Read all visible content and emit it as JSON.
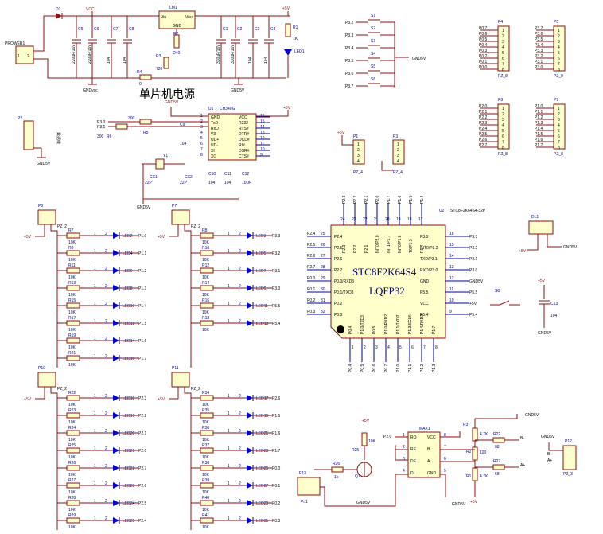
{
  "power": {
    "title": "单片机电源",
    "connector": "PROWER1",
    "diode": "D1",
    "vcc": "VCC",
    "lm": "LM1",
    "vin": "Vin",
    "vout": "Vout",
    "gnd": "GND",
    "plus5v": "+5V",
    "gndvcc": "GNDvcc",
    "gnd5v": "GND5V",
    "r1": "R1",
    "r1v": "1K",
    "r2": "R2",
    "r2v": "240",
    "r3": "R3",
    "r3v": "720",
    "r4": "R4",
    "r4v": "0",
    "led1": "LED1",
    "caps": [
      "C5",
      "C6",
      "C7",
      "C8",
      "C1",
      "C2",
      "C3",
      "C4"
    ],
    "capvals": [
      "220uF/16V",
      "220uF/16V",
      "104",
      "104",
      "330uF/16V",
      "330uF/16V",
      "104",
      "104"
    ]
  },
  "ch340": {
    "chip": "U1",
    "part": "CH340G",
    "left": [
      "GND",
      "TxD",
      "RxD",
      "V3",
      "UD+",
      "UD-",
      "XI",
      "XO"
    ],
    "right": [
      "VCC",
      "R232",
      "RTS#",
      "DTR#",
      "DCD#",
      "RI#",
      "DSR#",
      "CTS#"
    ],
    "lnum": [
      "1",
      "2",
      "3",
      "4",
      "5",
      "6",
      "7",
      "8"
    ],
    "rnum": [
      "16",
      "15",
      "14",
      "13",
      "12",
      "11",
      "10",
      "9"
    ],
    "p30": "P3.0",
    "p31": "P3.1",
    "r5": "R5",
    "r5v": "300",
    "r6": "R6",
    "r6v": "300",
    "c9": "C9",
    "c9v": "104",
    "y1": "Y1",
    "cx1": "CX1",
    "cx1v": "22P",
    "cx2": "CX2",
    "cx2v": "22P",
    "c10": "C10",
    "c10v": "104",
    "c11": "C11",
    "c11v": "104",
    "c12": "C12",
    "c12v": "10UF",
    "p2": "P2",
    "usb_label": "数据线",
    "plus5v": "+5V",
    "gnd5v": "GND5V"
  },
  "switches": {
    "items": [
      {
        "name": "S1",
        "net": "P3.2"
      },
      {
        "name": "S2",
        "net": "P3.3"
      },
      {
        "name": "S3",
        "net": "P3.4"
      },
      {
        "name": "S4",
        "net": "P3.5"
      },
      {
        "name": "S5",
        "net": "P3.6"
      },
      {
        "name": "S6",
        "net": "P3.7"
      }
    ],
    "gnd": "GND5V"
  },
  "headers": [
    {
      "name": "P4",
      "part": "PZ_8",
      "pins": [
        "P0.7",
        "P0.6",
        "P0.5",
        "P0.4",
        "P0.3",
        "P0.2",
        "P0.1",
        "P0.0"
      ]
    },
    {
      "name": "P5",
      "part": "PZ_8",
      "pins": [
        "P3.7",
        "P3.6",
        "P3.5",
        "P3.4",
        "P3.3",
        "P3.2",
        "P3.1",
        "P3.0"
      ]
    },
    {
      "name": "P8",
      "part": "PZ_8",
      "pins": [
        "P2.0",
        "P2.1",
        "P2.2",
        "P2.3",
        "P2.4",
        "P2.5",
        "P2.6",
        "P2.7"
      ]
    },
    {
      "name": "P9",
      "part": "PZ_8",
      "pins": [
        "P1.0",
        "P1.1",
        "P1.2",
        "P1.3",
        "P1.4",
        "P1.5",
        "P1.6",
        "P1.7"
      ]
    }
  ],
  "small_headers": [
    {
      "name": "P1",
      "part": "PZ_4",
      "pins": [
        "1",
        "2",
        "3",
        "4"
      ]
    },
    {
      "name": "P3",
      "part": "PZ_4",
      "pins": [
        "1",
        "2",
        "3",
        "4"
      ]
    }
  ],
  "mcu": {
    "chip": "U2",
    "part": "STC8F2K64S4-32P",
    "name": "STC8F2K64S4",
    "package": "LQFP32",
    "top_nets": [
      "P2.3",
      "P2.2",
      "P2.1",
      "P2.0",
      "P1.7",
      "P1.6",
      "P1.5",
      "P1.4"
    ],
    "top_pins": [
      "24",
      "23",
      "22",
      "21",
      "20",
      "19",
      "18",
      "17"
    ],
    "top_labels": [
      "P2.3",
      "P2.2",
      "P2.1",
      "INT0/P2.0",
      "INT1/P1.7",
      "INT0/P1.6",
      "T0/P1.5",
      "P1.4"
    ],
    "left_nets": [
      "P2.4",
      "P2.5",
      "P2.6",
      "P2.7",
      "P0.0",
      "P0.1",
      "P0.2",
      "P0.3"
    ],
    "left_pins": [
      "25",
      "26",
      "27",
      "28",
      "29",
      "30",
      "31",
      "32"
    ],
    "left_labels": [
      "P2.4",
      "P2.5",
      "P2.6",
      "P2.7",
      "P0.0/RXD3",
      "P0.1/TXD3",
      "P0.2",
      "P0.3"
    ],
    "right_nets": [
      "P3.3",
      "P3.2",
      "P3.1",
      "P3.0",
      "GND5V",
      "P5.5",
      "+5V",
      "P5.4"
    ],
    "right_pins": [
      "16",
      "15",
      "14",
      "13",
      "12",
      "11",
      "10",
      "9"
    ],
    "right_labels": [
      "P3.3",
      "INT0/P3.2",
      "TXD/P3.1",
      "RXD/P3.0",
      "GND",
      "P5.5",
      "VCC",
      "P5.4"
    ],
    "bottom_nets": [
      "P0.4",
      "P0.5",
      "P0.6",
      "P0.7",
      "P1.0",
      "P1.1",
      "P1.2",
      "P1.3"
    ],
    "bottom_pins": [
      "1",
      "2",
      "3",
      "4",
      "5",
      "6",
      "7",
      "8"
    ],
    "bottom_labels": [
      "P0.4",
      "P1.0/T2D3",
      "P0.5",
      "P1.0/RXD2",
      "P1.1/TXD2",
      "P1.3/SCLK",
      "P1.4/RXD3",
      "P1.7"
    ],
    "s8": "S8",
    "c13": "C13",
    "c13v": "104",
    "plus5v": "+5V",
    "gnd5v": "GND5V"
  },
  "dl1": {
    "name": "DL1",
    "plus5v": "+5V",
    "gnd5v": "GND5V"
  },
  "led_groups": [
    {
      "name": "P6",
      "part": "PZ_2",
      "plus5v": "+5V",
      "rows": [
        {
          "r": "R7",
          "rv": "10K",
          "led": "LED2",
          "net": "P1.0"
        },
        {
          "r": "R9",
          "rv": "10K",
          "led": "LED4",
          "net": "P1.1"
        },
        {
          "r": "R11",
          "rv": "10K",
          "led": "LED6",
          "net": "P1.2"
        },
        {
          "r": "R13",
          "rv": "10K",
          "led": "LED8",
          "net": "P1.3"
        },
        {
          "r": "R15",
          "rv": "10K",
          "led": "LED10",
          "net": "P1.4"
        },
        {
          "r": "R17",
          "rv": "10K",
          "led": "LED12",
          "net": "P1.5"
        },
        {
          "r": "R19",
          "rv": "10K",
          "led": "LED14",
          "net": "P1.6"
        },
        {
          "r": "R21",
          "rv": "10K",
          "led": "LED16",
          "net": "P1.7"
        }
      ]
    },
    {
      "name": "P7",
      "part": "PZ_2",
      "plus5v": "+5V",
      "rows": [
        {
          "r": "R8",
          "rv": "10K",
          "led": "LED3",
          "net": "P3.3"
        },
        {
          "r": "R10",
          "rv": "10K",
          "led": "LED5",
          "net": "P3.2"
        },
        {
          "r": "R12",
          "rv": "10K",
          "led": "LED7",
          "net": "P3.1"
        },
        {
          "r": "R14",
          "rv": "10K",
          "led": "LED9",
          "net": "P3.0"
        },
        {
          "r": "R16",
          "rv": "10K",
          "led": "LED11",
          "net": "P5.5"
        },
        {
          "r": "R18",
          "rv": "10K",
          "led": "LED13",
          "net": "P5.4"
        }
      ]
    },
    {
      "name": "P10",
      "part": "PZ_2",
      "plus5v": "+5V",
      "rows": [
        {
          "r": "R22",
          "rv": "10K",
          "led": "LED18",
          "net": "P2.3"
        },
        {
          "r": "R23",
          "rv": "10K",
          "led": "LED19",
          "net": "P2.2"
        },
        {
          "r": "R24",
          "rv": "10K",
          "led": "LED20",
          "net": "P2.1"
        },
        {
          "r": "R25",
          "rv": "10K",
          "led": "LED21",
          "net": "P2.0"
        },
        {
          "r": "R26",
          "rv": "10K",
          "led": "LED22",
          "net": "P2.7"
        },
        {
          "r": "R27",
          "rv": "10K",
          "led": "LED23",
          "net": "P2.6"
        },
        {
          "r": "R28",
          "rv": "10K",
          "led": "LED24",
          "net": "P2.5"
        },
        {
          "r": "R29",
          "rv": "10K",
          "led": "LED25",
          "net": "P2.4"
        }
      ]
    },
    {
      "name": "P11",
      "part": "PZ_2",
      "plus5v": "+5V",
      "rows": [
        {
          "r": "R34",
          "rv": "10K",
          "led": "LED17",
          "net": "P2.6"
        },
        {
          "r": "R35",
          "rv": "10K",
          "led": "LED19",
          "net": "P1.5"
        },
        {
          "r": "R36",
          "rv": "10K",
          "led": "LED21",
          "net": "P1.6"
        },
        {
          "r": "R37",
          "rv": "10K",
          "led": "LED23",
          "net": "P1.7"
        },
        {
          "r": "R38",
          "rv": "10K",
          "led": "LED25",
          "net": "P0.0"
        },
        {
          "r": "R39",
          "rv": "10K",
          "led": "LED27",
          "net": "P0.1"
        },
        {
          "r": "R40",
          "rv": "10K",
          "led": "LED29",
          "net": "P0.2"
        },
        {
          "r": "R41",
          "rv": "10K",
          "led": "LED31",
          "net": "P0.3"
        }
      ]
    }
  ],
  "rs485": {
    "chip": "MAX1",
    "pins_left": [
      "RO",
      "RE",
      "DE",
      "DI"
    ],
    "pins_right": [
      "VCC",
      "B",
      "A",
      "GND"
    ],
    "nl": [
      "1",
      "2",
      "3",
      "4"
    ],
    "nr": [
      "8",
      "7",
      "6",
      "5"
    ],
    "p20": "P2.0",
    "r25": "R25",
    "r25v": "10K",
    "r26": "R26",
    "r26v": "1k",
    "q1": "Q1",
    "p13": "P13",
    "pn1": "Pn1",
    "r3": "R3",
    "r3v": "4.7K",
    "r2": "R2",
    "r2v": "120",
    "r1": "R1",
    "r1v": "4.7K",
    "r22": "R22",
    "r22v": "68",
    "r27": "R27",
    "r27v": "68",
    "p12": "P12",
    "p12part": "PZ_3",
    "bminus": "B-",
    "aplus": "A+",
    "gnd5v": "GND5V",
    "plus5v": "+5V"
  }
}
